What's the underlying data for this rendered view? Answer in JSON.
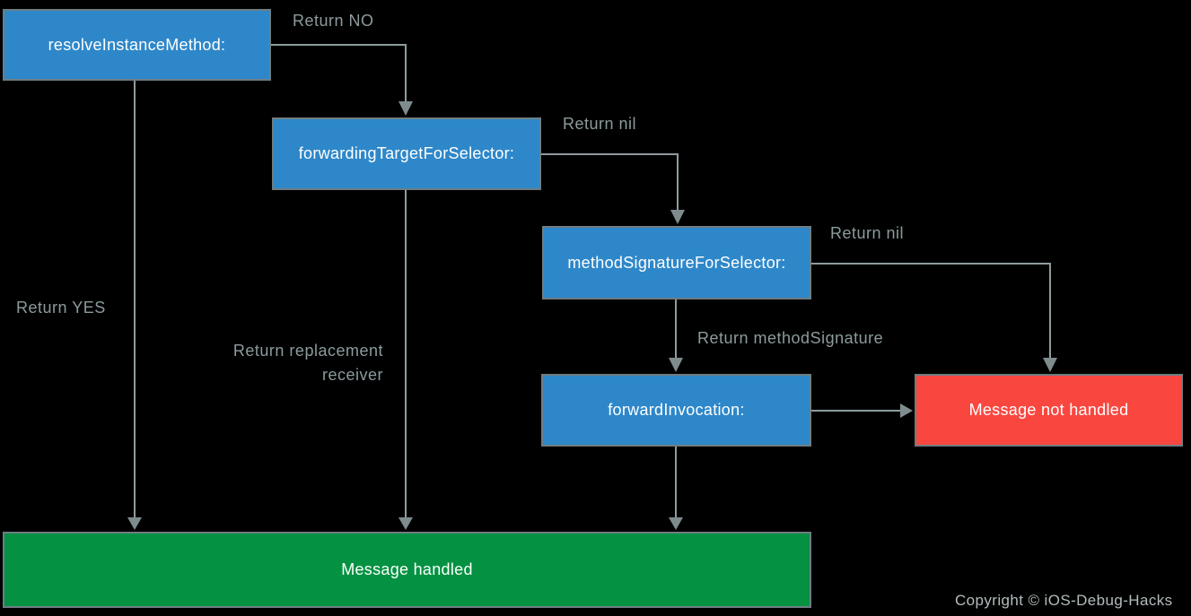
{
  "nodes": {
    "resolve_instance_method": {
      "label": "resolveInstanceMethod:"
    },
    "forwarding_target_for_selector": {
      "label": "forwardingTargetForSelector:"
    },
    "method_signature_for_selector": {
      "label": "methodSignatureForSelector:"
    },
    "forward_invocation": {
      "label": "forwardInvocation:"
    },
    "message_not_handled": {
      "label": "Message not handled"
    },
    "message_handled": {
      "label": "Message handled"
    }
  },
  "edge_labels": {
    "return_no": "Return NO",
    "return_nil_from_forwarding_target": "Return nil",
    "return_nil_from_method_signature": "Return nil",
    "return_method_signature": "Return methodSignature",
    "return_yes": "Return YES",
    "return_replacement_receiver": "Return replacement receiver"
  },
  "footer": {
    "copyright": "Copyright © iOS-Debug-Hacks"
  },
  "colors": {
    "node_blue": "#2E87C9",
    "node_red": "#F94740",
    "node_green": "#049242",
    "arrow_gray": "#8E9C9E",
    "arrowhead_gray": "#7F8C8D",
    "label_gray": "#8C9B9D",
    "node_border_gray": "#6F7D82",
    "node_text_white": "#FFFFFF",
    "copyright_gray": "#B3BCBE",
    "background": "#000000"
  }
}
